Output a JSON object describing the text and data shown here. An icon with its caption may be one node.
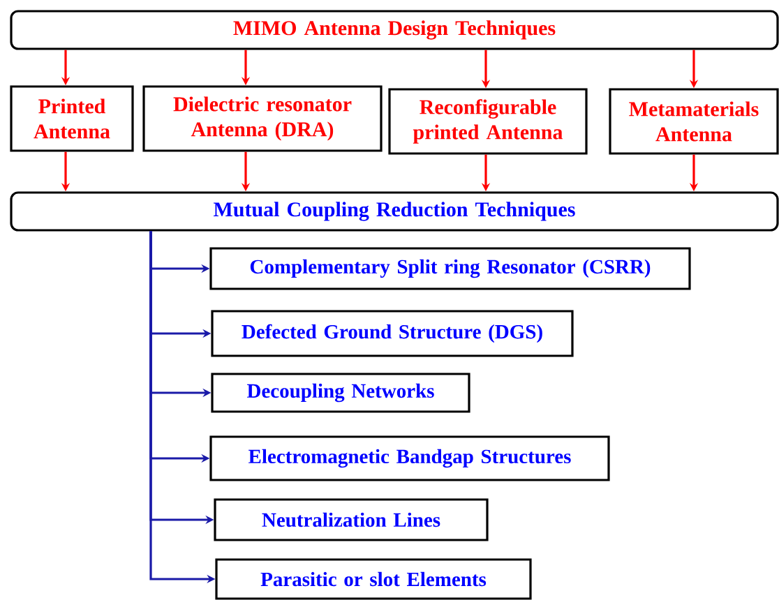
{
  "diagram": {
    "nodes": [
      {
        "text": [
          "MIMO Antenna Design Techniques"
        ]
      },
      {
        "text": [
          "Printed Antenna"
        ]
      },
      {
        "text": [
          "Dielectric resonator Antenna (DRA)"
        ]
      },
      {
        "text": [
          "Reconfigurable printed Antenna"
        ]
      },
      {
        "text": [
          "Metamaterials Antenna"
        ]
      },
      {
        "text": [
          "Mutual Coupling Reduction Techniques"
        ]
      },
      {
        "text": [
          "Complementary Split ring Resonator (CSRR)"
        ]
      },
      {
        "text": [
          "Defected Ground Structure (DGS)"
        ]
      },
      {
        "text": [
          "Decoupling Networks"
        ]
      },
      {
        "text": [
          "Electromagnetic Bandgap Structures"
        ]
      },
      {
        "text": [
          "Neutralization Lines"
        ]
      },
      {
        "text": [
          "Parasitic or slot Elements"
        ]
      }
    ],
    "edges": [
      {
        "from": 0,
        "to": 1,
        "arrow": "to",
        "color": "#ff0000"
      },
      {
        "from": 0,
        "to": 2,
        "arrow": "to",
        "color": "#ff0000"
      },
      {
        "from": 0,
        "to": 3,
        "arrow": "to",
        "color": "#ff0000"
      },
      {
        "from": 0,
        "to": 4,
        "arrow": "to",
        "color": "#ff0000"
      },
      {
        "from": 1,
        "to": 5,
        "arrow": "to",
        "color": "#ff0000"
      },
      {
        "from": 2,
        "to": 5,
        "arrow": "to",
        "color": "#ff0000"
      },
      {
        "from": 3,
        "to": 5,
        "arrow": "to",
        "color": "#ff0000"
      },
      {
        "from": 4,
        "to": 5,
        "arrow": "to",
        "color": "#ff0000"
      },
      {
        "from": 5,
        "to": 6,
        "arrow": "to",
        "color": "#1a1aa8"
      },
      {
        "from": 5,
        "to": 7,
        "arrow": "to",
        "color": "#1a1aa8"
      },
      {
        "from": 5,
        "to": 8,
        "arrow": "to",
        "color": "#1a1aa8"
      },
      {
        "from": 5,
        "to": 9,
        "arrow": "to",
        "color": "#1a1aa8"
      },
      {
        "from": 5,
        "to": 10,
        "arrow": "to",
        "color": "#1a1aa8"
      },
      {
        "from": 5,
        "to": 11,
        "arrow": "to",
        "color": "#1a1aa8"
      }
    ]
  }
}
